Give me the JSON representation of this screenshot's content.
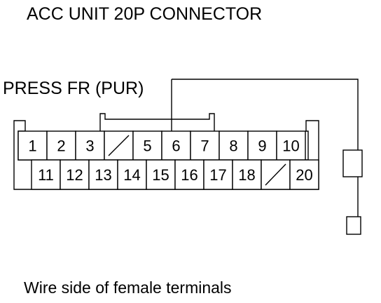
{
  "title": "ACC UNIT 20P CONNECTOR",
  "signal_label": "PRESS FR (PUR)",
  "caption": "Wire side of female terminals",
  "connector": {
    "row1": [
      "1",
      "2",
      "3",
      "",
      "5",
      "6",
      "7",
      "8",
      "9",
      "10"
    ],
    "row2": [
      "11",
      "12",
      "13",
      "14",
      "15",
      "16",
      "17",
      "18",
      "",
      "20"
    ],
    "unused_terminals": [
      "4",
      "19"
    ],
    "highlighted_terminal": "6"
  }
}
